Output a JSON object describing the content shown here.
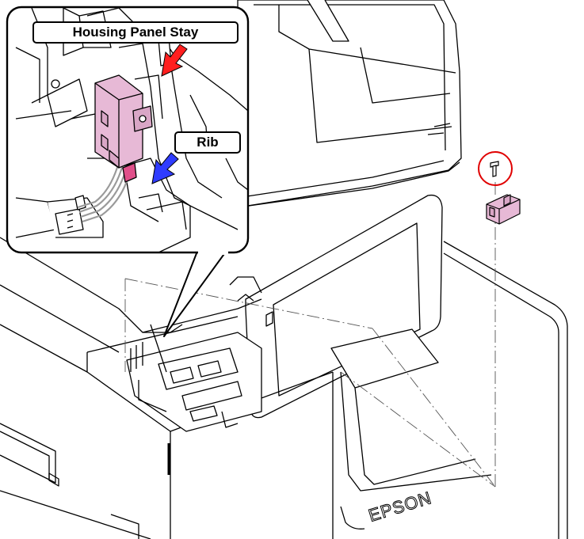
{
  "callouts": {
    "housing_panel_stay": "Housing Panel Stay",
    "rib": "Rib"
  },
  "brand_text": "EPSON",
  "colors": {
    "outline": "#000000",
    "part_pink": "#e7b9d6",
    "arrow_red": "#ff1f1f",
    "arrow_blue": "#2f3cff",
    "screw_circle": "#e00000",
    "cable_gray": "#9a9a9a"
  },
  "icons": {
    "housing_arrow": "red-arrow-icon",
    "rib_arrow": "blue-arrow-icon",
    "screw_marker": "red-circle-icon"
  }
}
